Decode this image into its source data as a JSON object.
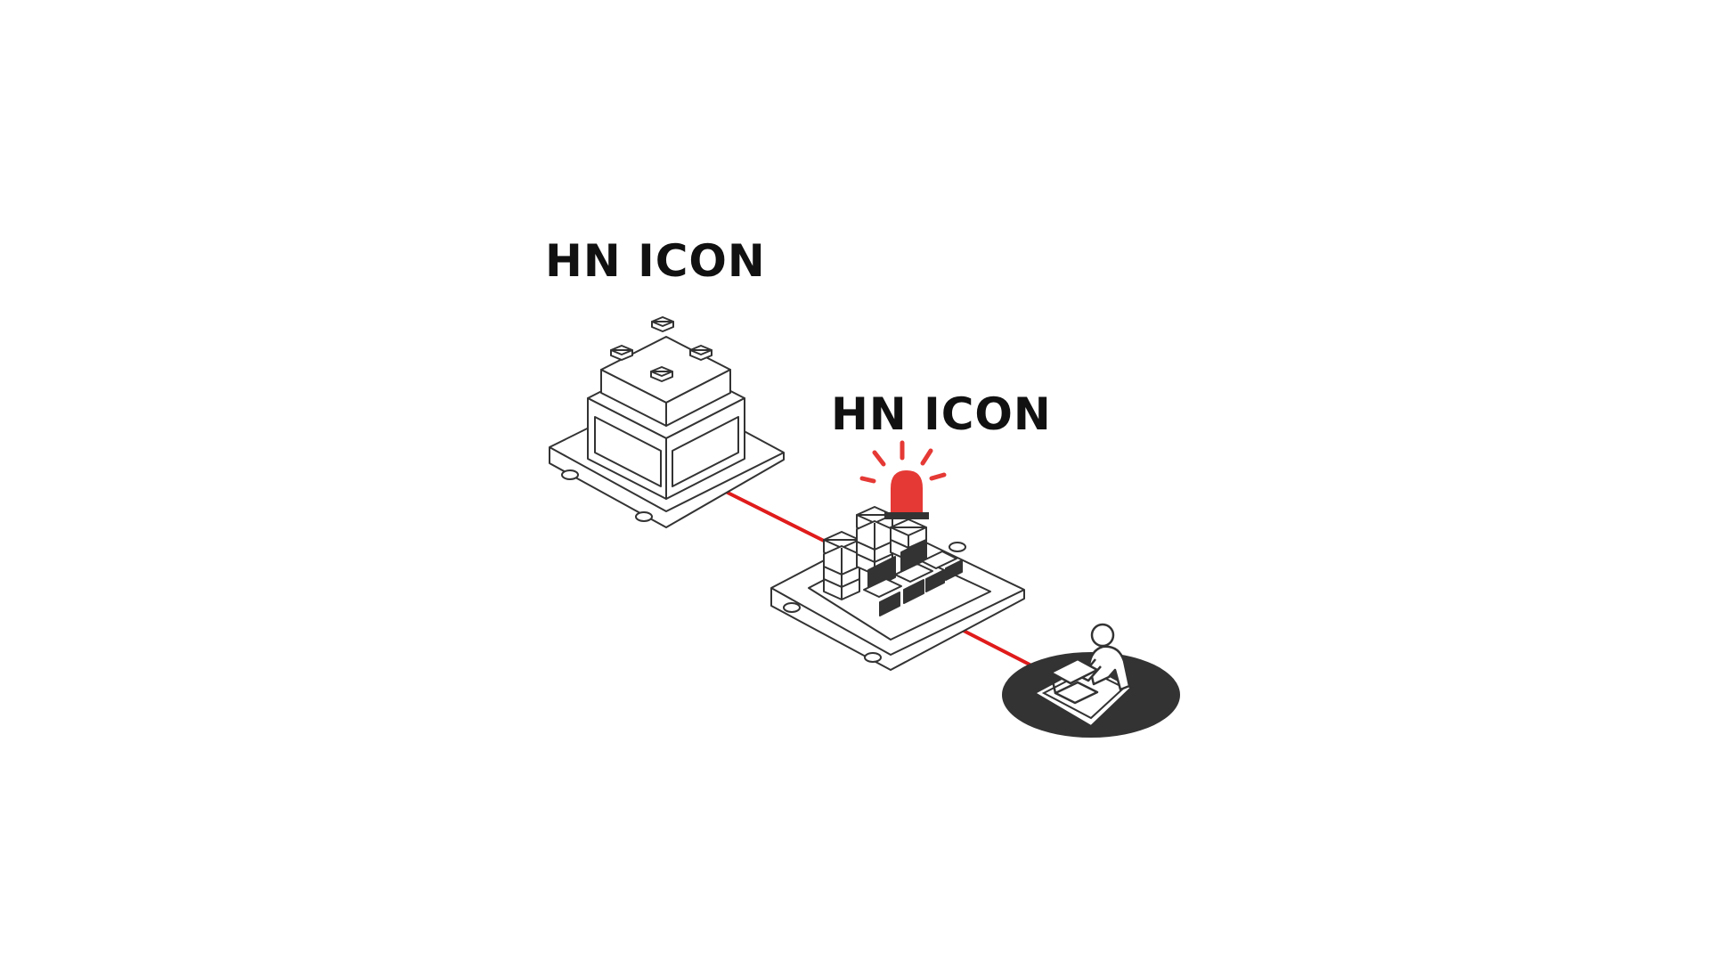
{
  "nodes": [
    {
      "id": "hq",
      "label": "HN ICON",
      "icon": "office-building-icon"
    },
    {
      "id": "dc",
      "label": "HN ICON",
      "icon": "server-rack-alarm-icon"
    },
    {
      "id": "user",
      "label": "",
      "icon": "laptop-user-icon"
    }
  ],
  "connections": [
    {
      "from": "hq",
      "to": "dc"
    },
    {
      "from": "dc",
      "to": "user"
    }
  ],
  "colors": {
    "link": "#e01b1b",
    "alarm": "#e53935",
    "stroke": "#333333",
    "dark": "#333333",
    "background": "#ffffff"
  }
}
